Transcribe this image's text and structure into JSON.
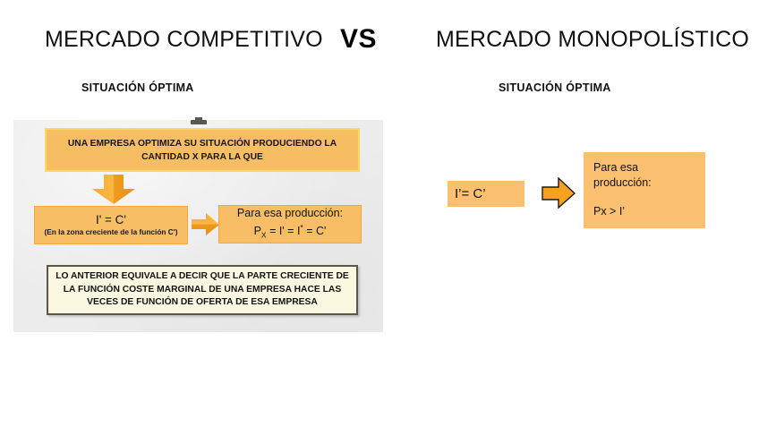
{
  "header": {
    "left_title": "MERCADO COMPETITIVO",
    "vs": "VS",
    "right_title": "MERCADO MONOPOLÍSTICO",
    "left_subtitle": "SITUACIÓN ÓPTIMA",
    "right_subtitle": "SITUACIÓN ÓPTIMA"
  },
  "left_diagram": {
    "statement_box": "UNA EMPRESA OPTIMIZA SU SITUACIÓN PRODUCIENDO LA CANTIDAD X PARA LA QUE",
    "condition_box": {
      "equation": "I' = C'",
      "note": "(En la zona creciente de la función C')"
    },
    "production_box": {
      "line1": "Para esa producción:",
      "line2_prefix": "P",
      "line2_sub": "X",
      "line2_rest": " = I' = I",
      "line2_sup": "*",
      "line2_tail": " = C'"
    },
    "conclusion_box": "LO ANTERIOR EQUIVALE A DECIR QUE LA PARTE CRECIENTE DE LA FUNCIÓN COSTE MARGINAL DE UNA EMPRESA HACE LAS VECES DE FUNCIÓN DE OFERTA DE ESA EMPRESA",
    "down_arrow_icon": "arrow-down-icon",
    "right_arrow_icon": "arrow-right-icon"
  },
  "right_diagram": {
    "condition_box": "I’= C’",
    "arrow_icon": "arrow-right-icon",
    "production_box": {
      "line1": "Para esa",
      "line2": "producción:",
      "line3": "Px > I’"
    }
  },
  "colors": {
    "orange_fill": "#F8BE65",
    "orange_fill_right": "#FBBF70",
    "orange_border": "#FAD961",
    "arrow_orange": "#F3A32B",
    "cream_fill": "#FAF7E0",
    "cream_border": "#5E564B",
    "panel_gray": "#ECECED",
    "text": "#111111"
  }
}
